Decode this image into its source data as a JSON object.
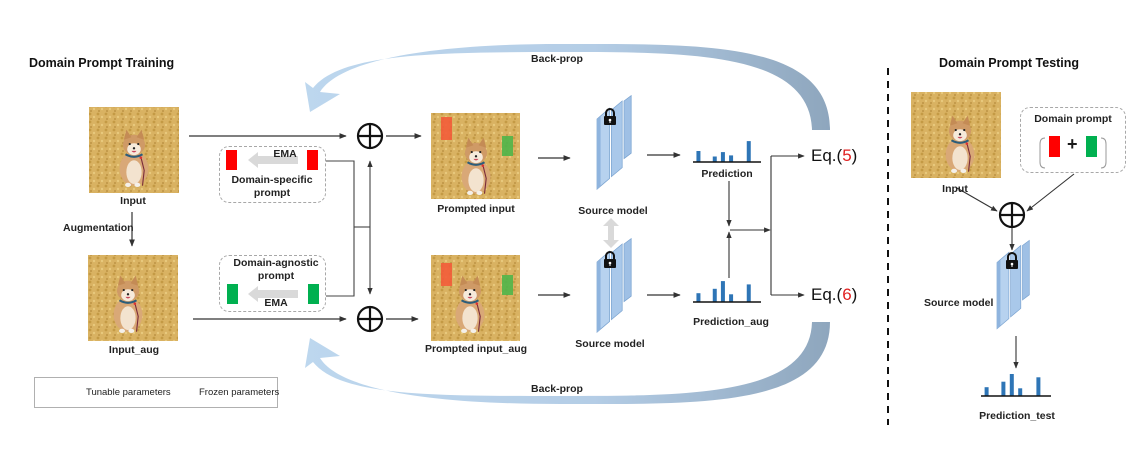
{
  "training": {
    "title": "Domain Prompt Training",
    "input_label": "Input",
    "augmentation_label": "Augmentation",
    "input_aug_label": "Input_aug",
    "domain_specific": {
      "ema_label": "EMA",
      "label_line1": "Domain-specific",
      "label_line2": "prompt",
      "color": "#ff0000"
    },
    "domain_agnostic": {
      "ema_label": "EMA",
      "label_line1": "Domain-agnostic",
      "label_line2": "prompt",
      "color": "#00b050"
    },
    "prompted_input_label": "Prompted input",
    "prompted_input_aug_label": "Prompted input_aug",
    "source_model_label_top": "Source model",
    "source_model_label_bottom": "Source model",
    "prediction_label": "Prediction",
    "prediction_aug_label": "Prediction_aug",
    "backprop_top_label": "Back-prop",
    "backprop_bottom_label": "Back-prop",
    "eq5": {
      "prefix": "Eq.(",
      "num": "5",
      "suffix": ")"
    },
    "eq6": {
      "prefix": "Eq.(",
      "num": "6",
      "suffix": ")"
    },
    "prediction_bars": [
      0.5,
      0.25,
      0.45,
      0.3,
      0.95
    ],
    "prediction_aug_bars": [
      0.4,
      0.6,
      0.95,
      0.35,
      0.8
    ]
  },
  "testing": {
    "title": "Domain Prompt Testing",
    "input_label": "Input",
    "domain_prompt_label": "Domain prompt",
    "plus_symbol": "+",
    "source_model_label": "Source model",
    "prediction_test_label": "Prediction_test",
    "prediction_test_bars": [
      0.4,
      0.65,
      1.0,
      0.35,
      0.85
    ]
  },
  "legend": {
    "tunable_label": "Tunable parameters",
    "frozen_label": "Frozen parameters"
  },
  "colors": {
    "red_prompt": "#ff0000",
    "green_prompt": "#00b050",
    "backprop_light": "#bdd7ee",
    "backprop_dark": "#8ea9c1",
    "model_fill": "#a9c8ea",
    "bar_blue": "#2e75b6"
  }
}
